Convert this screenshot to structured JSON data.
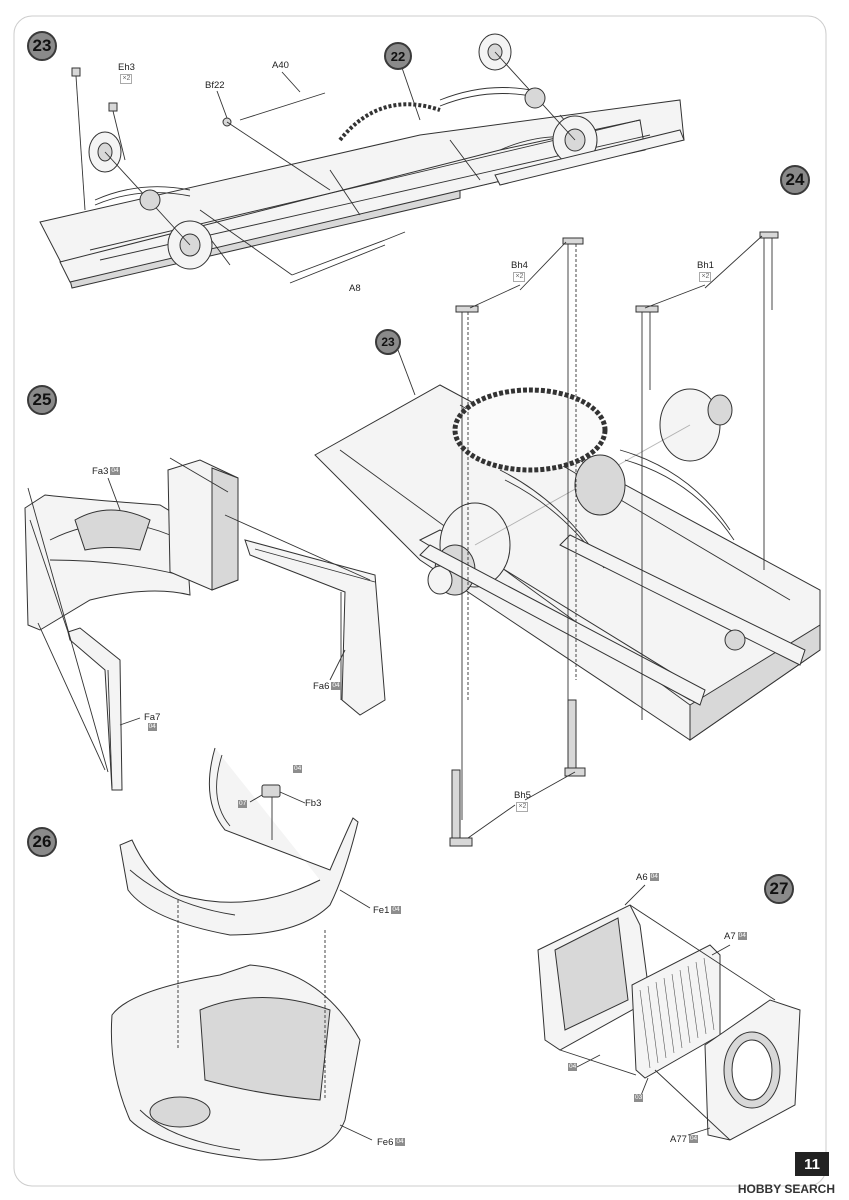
{
  "page_number": "11",
  "watermark": "HOBBY SEARCH",
  "steps": {
    "s22": "22",
    "s23a": "23",
    "s23b": "23",
    "s24": "24",
    "s25": "25",
    "s26": "26",
    "s27": "27"
  },
  "labels": {
    "eh3": "Eh3",
    "eh3_qty": "×2",
    "a40": "A40",
    "bf22": "Bf22",
    "a8": "A8",
    "bh4": "Bh4",
    "bh4_qty": "×2",
    "bh1": "Bh1",
    "bh1_qty": "×2",
    "bh5": "Bh5",
    "bh5_qty": "×2",
    "fa3": "Fa3",
    "fa3_tag": "04",
    "fa6": "Fa6",
    "fa6_tag": "04",
    "fa7": "Fa7",
    "fa7_tag": "04",
    "fb3": "Fb3",
    "fb3_tag1": "04",
    "fb3_tag2": "07",
    "fe1": "Fe1",
    "fe1_tag": "04",
    "fe6": "Fe6",
    "fe6_tag": "04",
    "a6": "A6",
    "a6_tag": "04",
    "a7": "A7",
    "a7_tag": "04",
    "a77": "A77",
    "a77_tag": "04",
    "tag04": "04",
    "tag03": "03"
  }
}
